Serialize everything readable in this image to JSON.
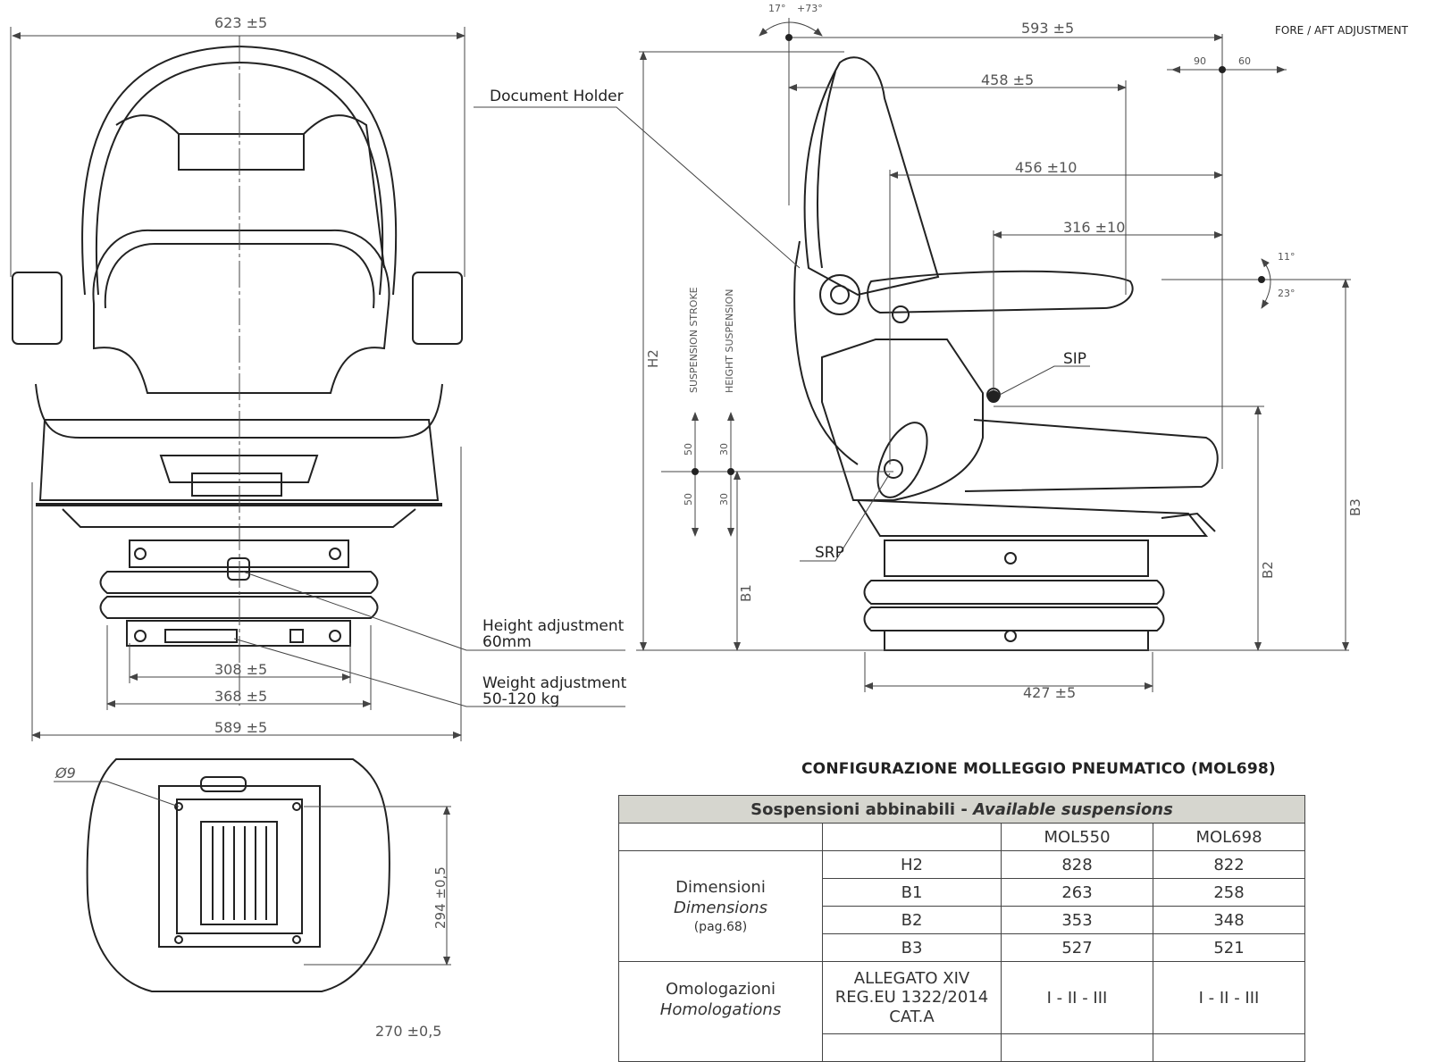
{
  "front_view": {
    "top_width": "623 ±5",
    "inner_width_1": "308 ±5",
    "inner_width_2": "368 ±5",
    "base_width": "589 ±5",
    "height_adjustment": "Height adjustment",
    "height_adjustment_value": "60mm",
    "weight_adjustment": "Weight adjustment",
    "weight_adjustment_value": "50-120 kg"
  },
  "side_view": {
    "document_holder": "Document Holder",
    "recline_angle_back": "17°",
    "recline_angle_front": "+73°",
    "dim_593": "593 ±5",
    "dim_458": "458 ±5",
    "dim_456": "456 ±10",
    "dim_316": "316 ±10",
    "dim_427": "427 ±5",
    "fore_aft_title": "FORE / AFT ADJUSTMENT",
    "fore_aft_back": "90",
    "fore_aft_front": "60",
    "angle_up": "11°",
    "angle_down": "23°",
    "sip": "SIP",
    "srp": "SRP",
    "h2": "H2",
    "b1": "B1",
    "b2": "B2",
    "b3": "B3",
    "suspension_stroke": "SUSPENSION STROKE",
    "height_suspension": "HEIGHT SUSPENSION",
    "stroke_up": "50",
    "stroke_down": "50",
    "height_up": "30",
    "height_down": "30"
  },
  "bottom_view": {
    "hole": "Ø9",
    "dim_294": "294 ±0,5",
    "dim_270": "270 ±0,5"
  },
  "config_title": "CONFIGURAZIONE MOLLEGGIO PNEUMATICO (MOL698)",
  "table": {
    "header": "Sospensioni abbinabili - ",
    "header_italic": "Available suspensions",
    "col1": "MOL550",
    "col2": "MOL698",
    "dim_group": "Dimensioni",
    "dim_group_en": "Dimensions",
    "dim_group_ref": "(pag.68)",
    "rows": [
      {
        "label": "H2",
        "v1": "828",
        "v2": "822"
      },
      {
        "label": "B1",
        "v1": "263",
        "v2": "258"
      },
      {
        "label": "B2",
        "v1": "353",
        "v2": "348"
      },
      {
        "label": "B3",
        "v1": "527",
        "v2": "521"
      }
    ],
    "hom_group": "Omologazioni",
    "hom_group_en": "Homologations",
    "hom_label_1": "ALLEGATO XIV",
    "hom_label_2": "REG.EU 1322/2014",
    "hom_label_3": "CAT.A",
    "hom_v1": "I - II - III",
    "hom_v2": "I - II - III"
  }
}
